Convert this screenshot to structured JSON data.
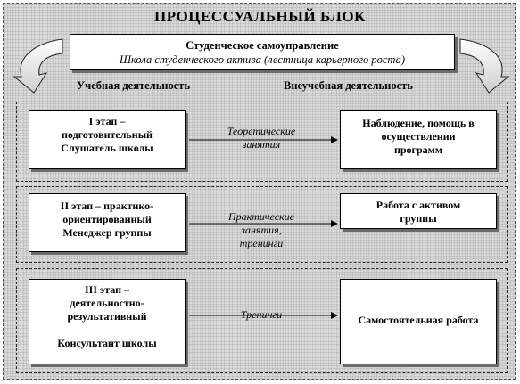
{
  "title": "ПРОЦЕССУАЛЬНЫЙ  БЛОК",
  "top": {
    "line1": "Студенческое самоуправление",
    "line2": "Школа студенческого актива (лестница карьерного роста)"
  },
  "left_label": "Учебная деятельность",
  "right_label": "Внеучебная деятельность",
  "stages": [
    {
      "left_lines": [
        "I этап –",
        "подготовительный",
        "Слушатель школы"
      ],
      "middle_lines": [
        "Теоретические",
        "занятия"
      ],
      "right_lines": [
        "Наблюдение, помощь в",
        "осуществлении",
        "программ"
      ]
    },
    {
      "left_lines": [
        "II этап – практико-",
        "ориентированный",
        "Менеджер группы"
      ],
      "middle_lines": [
        "Практические",
        "занятия,",
        "тренинги"
      ],
      "right_lines": [
        "Работа с активом",
        "группы"
      ]
    },
    {
      "left_lines": [
        "III этап –",
        "деятельностно-",
        "результативный",
        "",
        "Консультант школы"
      ],
      "middle_lines": [
        "Тренинги"
      ],
      "right_lines": [
        "Самостоятельная работа"
      ]
    }
  ]
}
